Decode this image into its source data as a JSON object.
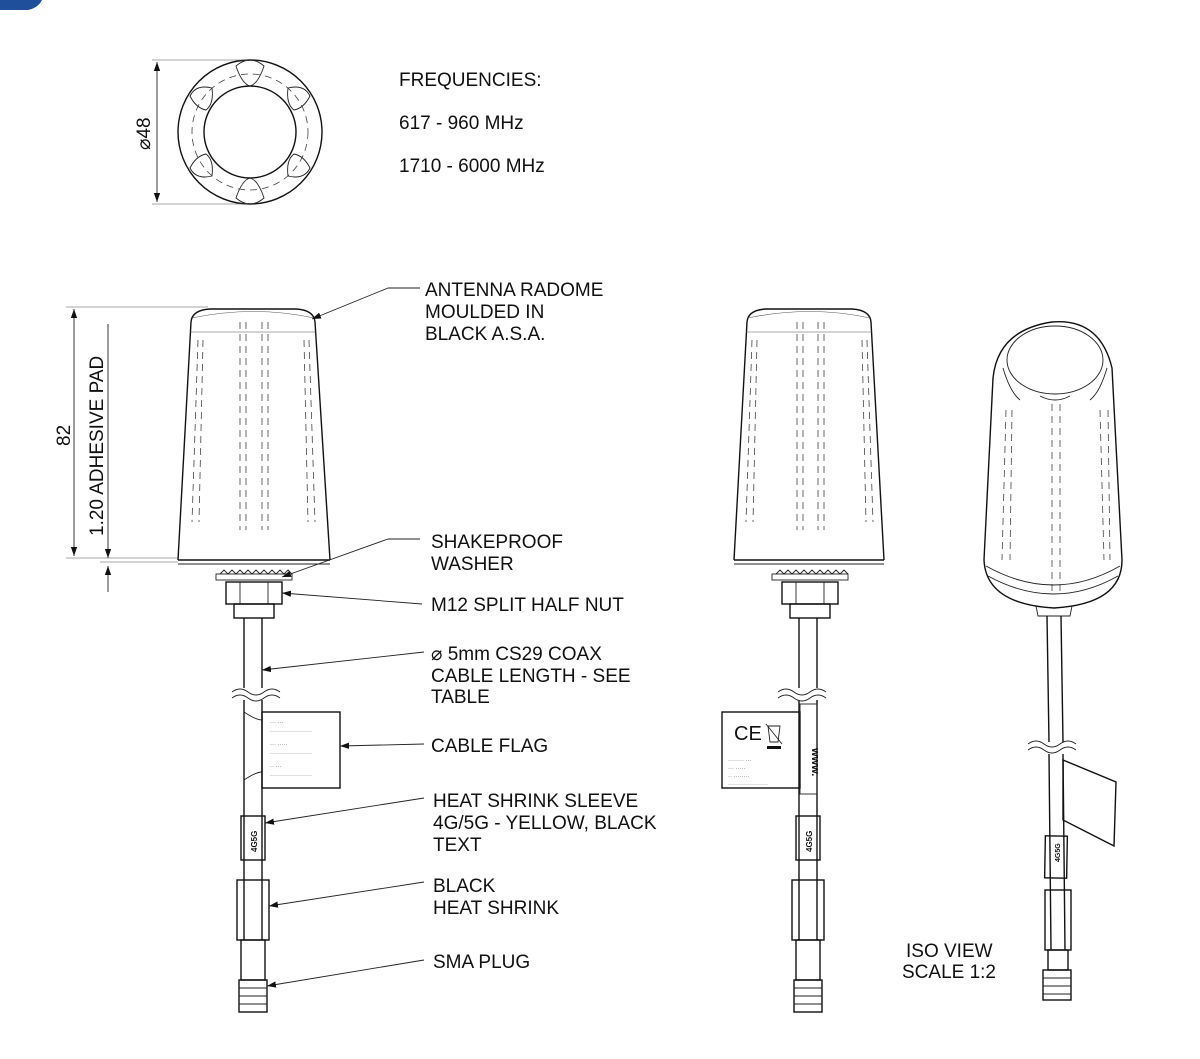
{
  "accent_color": "#1f4f9a",
  "frequencies": {
    "heading": "FREQUENCIES:",
    "band_1": "617 - 960 MHz",
    "band_2": "1710 - 6000 MHz"
  },
  "dimensions": {
    "diameter": "⌀48",
    "height": "82",
    "adhesive_pad": "1.20 ADHESIVE PAD"
  },
  "callouts": {
    "radome": [
      "ANTENNA RADOME",
      "MOULDED IN",
      "BLACK A.S.A."
    ],
    "washer": [
      "SHAKEPROOF",
      "WASHER"
    ],
    "nut": [
      "M12 SPLIT HALF NUT"
    ],
    "coax": [
      "⌀ 5mm CS29 COAX",
      "CABLE LENGTH - SEE",
      "TABLE"
    ],
    "flag": [
      "CABLE FLAG"
    ],
    "sleeve": [
      "HEAT SHRINK SLEEVE",
      "4G/5G - YELLOW, BLACK",
      "TEXT"
    ],
    "black_shrink": [
      "BLACK",
      "HEAT SHRINK"
    ],
    "sma": [
      "SMA PLUG"
    ]
  },
  "sleeve_text": "4G5G",
  "flag_marks": {
    "ce": "CE",
    "url": "www."
  },
  "iso_view": [
    "ISO VIEW",
    "SCALE 1:2"
  ]
}
